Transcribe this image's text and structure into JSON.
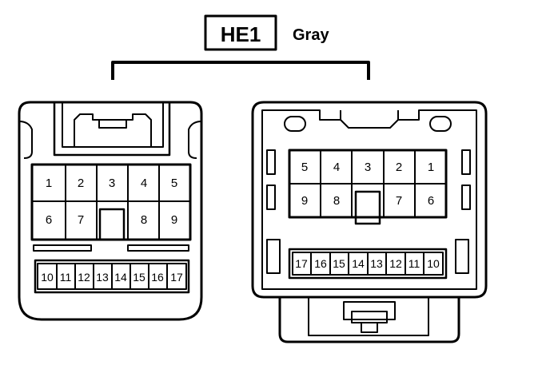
{
  "connector": {
    "id": "HE1",
    "color": "Gray"
  },
  "left_connector": {
    "top_row": [
      "1",
      "2",
      "3",
      "4",
      "5"
    ],
    "mid_row": [
      "6",
      "7",
      "8",
      "9"
    ],
    "bottom_row": [
      "10",
      "11",
      "12",
      "13",
      "14",
      "15",
      "16",
      "17"
    ]
  },
  "right_connector": {
    "top_row": [
      "5",
      "4",
      "3",
      "2",
      "1"
    ],
    "mid_row": [
      "9",
      "8",
      "7",
      "6"
    ],
    "bottom_row": [
      "17",
      "16",
      "15",
      "14",
      "13",
      "12",
      "11",
      "10"
    ]
  }
}
